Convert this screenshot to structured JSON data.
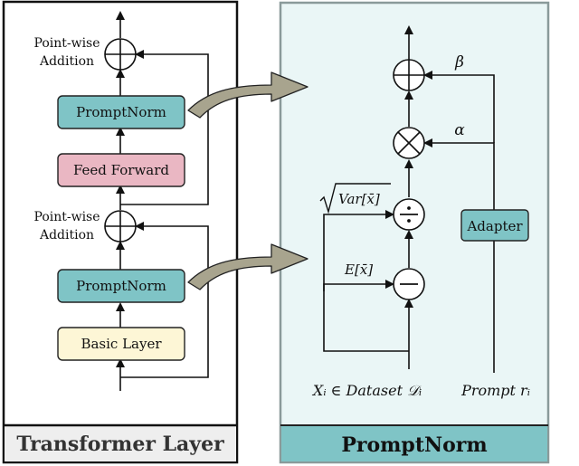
{
  "left_panel": {
    "title": "Transformer Layer",
    "blocks": {
      "prompt_norm_top": "PromptNorm",
      "feed_forward": "Feed Forward",
      "prompt_norm_bottom": "PromptNorm",
      "basic_layer": "Basic Layer"
    },
    "addition_label_top": [
      "Point-wise",
      "Addition"
    ],
    "addition_label_bottom": [
      "Point-wise",
      "Addition"
    ]
  },
  "right_panel": {
    "title": "PromptNorm",
    "adapter": "Adapter",
    "beta": "β",
    "alpha": "α",
    "var_label": "Var[x̄]",
    "mean_label": "E[x̄]",
    "input_label": "Xᵢ ∈ Dataset 𝒟ᵢ",
    "prompt_label": "Prompt rᵢ"
  },
  "colors": {
    "prompt_norm": "#7fc4c6",
    "feed_forward": "#eab7c3",
    "basic_layer": "#fdf6d6",
    "right_panel_bg": "#eaf6f6",
    "right_panel_title_bg": "#7fc4c6",
    "left_panel_title_bg": "#eeeeee",
    "right_panel_border": "#8a9a9a",
    "left_panel_border": "#111111",
    "arrow_fill": "#a8a48e"
  }
}
